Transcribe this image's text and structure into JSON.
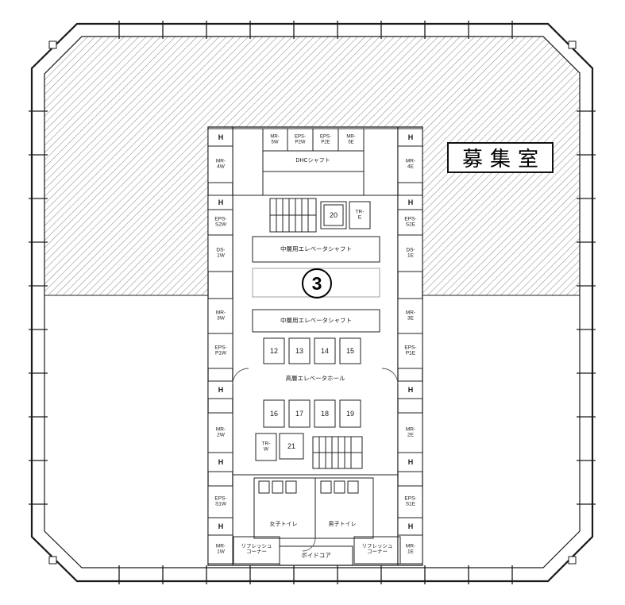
{
  "floor": {
    "number": "3"
  },
  "vacancy": {
    "label": "募集室"
  },
  "labels": {
    "h": "H",
    "dhc_shaft": "DHCシャフト",
    "mid_elevator_shaft": "中層用エレベータシャフト",
    "high_elevator_hall": "高層エレベータホール",
    "womens_toilet": "女子トイレ",
    "mens_toilet": "男子トイレ",
    "refresh_corner": "リフレッシュ\nコーナー",
    "void_core": "ボイドコア"
  },
  "top_shafts": {
    "mr5w": "MR-\n5W",
    "eps_p2w": "EPS-\nP2W",
    "eps_p2e": "EPS-\nP2E",
    "mr5e": "MR-\n5E"
  },
  "west_shafts": {
    "mr4": "MR-\n4W",
    "eps_s2": "EPS-\nS2W",
    "ds1": "DS-\n1W",
    "mr3": "MR-\n3W",
    "eps_p1": "EPS-\nP1W",
    "mr2": "MR-\n2W",
    "eps_s1": "EPS-\nS1W",
    "mr1": "MR-\n1W"
  },
  "east_shafts": {
    "mr4": "MR-\n4E",
    "eps_s2": "EPS-\nS2E",
    "ds1": "DS-\n1E",
    "mr3": "MR-\n3E",
    "eps_p1": "EPS-\nP1E",
    "mr2": "MR-\n2E",
    "eps_s1": "EPS-\nS1E",
    "mr1": "MR-\n1E"
  },
  "stair_towers": {
    "tr_e": "TR-\nE",
    "tr_w": "TR-\nW"
  },
  "rooms": {
    "r20": "20",
    "r21": "21"
  },
  "elevators": {
    "bank_north": [
      "12",
      "13",
      "14",
      "15"
    ],
    "bank_south": [
      "16",
      "17",
      "18",
      "19"
    ]
  }
}
